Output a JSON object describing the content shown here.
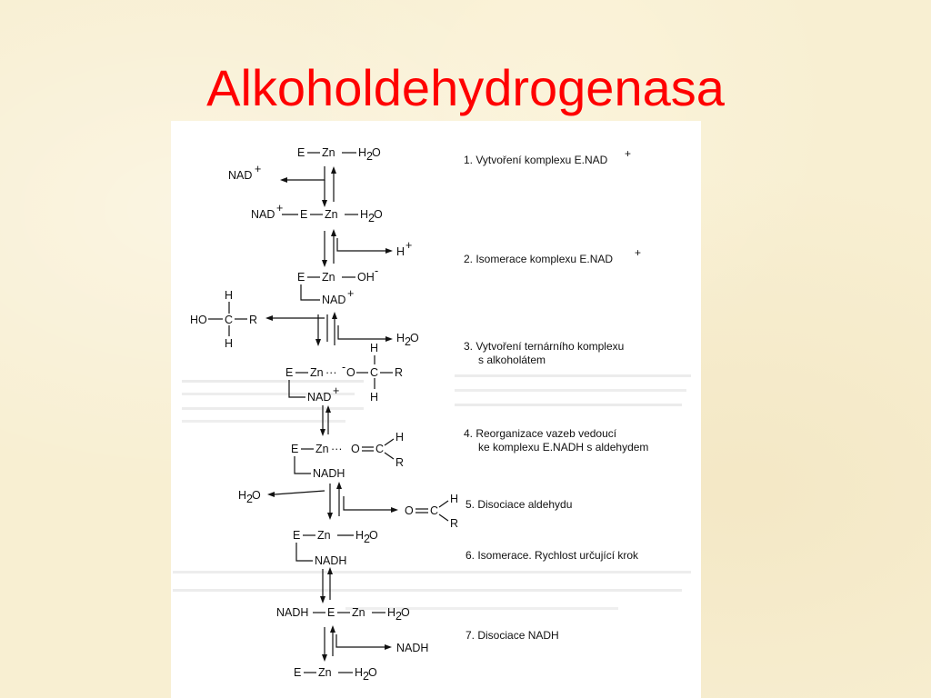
{
  "slide": {
    "title": "Alkoholdehydrogenasa",
    "colors": {
      "title": "#ff0000",
      "background": "#f8efd2",
      "scan": "#ffffff"
    }
  },
  "steps": [
    {
      "text": "1. Vytvoření komplexu E.NAD",
      "sup": "+"
    },
    {
      "text": "2. Isomerace komplexu E.NAD",
      "sup": "+"
    },
    {
      "text": "3. Vytvoření ternárního komplexu",
      "line2": "s alkoholátem"
    },
    {
      "text": "4. Reorganizace vazeb vedoucí",
      "line2": "ke komplexu E.NADH s aldehydem"
    },
    {
      "text": "5. Disociace aldehydu"
    },
    {
      "text": "6. Isomerace. Rychlost určující  krok"
    },
    {
      "text": "7. Disociace NADH"
    }
  ],
  "chem": {
    "E": "E",
    "Zn": "Zn",
    "H": "H",
    "O": "O",
    "C": "C",
    "R": "R",
    "H2": "H",
    "sub2": "2",
    "NAD": "NAD",
    "NADH": "NADH",
    "plus": "+",
    "OH": "OH",
    "minus": "-",
    "HO": "HO",
    "dots": "···"
  }
}
